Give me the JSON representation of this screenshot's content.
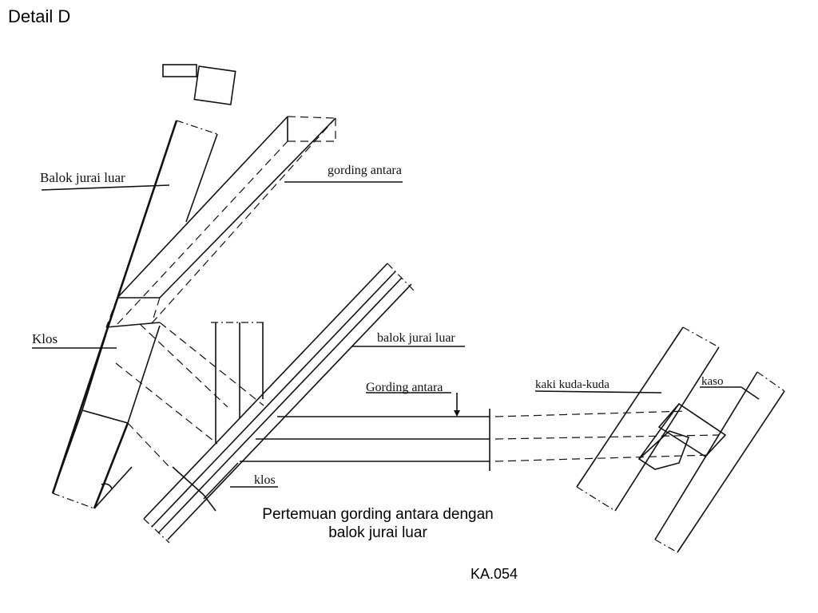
{
  "page": {
    "title": "Detail D",
    "caption_line1": "Pertemuan gording antara dengan",
    "caption_line2": "balok jurai luar",
    "code": "KA.054"
  },
  "labels": {
    "balok_jurai_luar_top": "Balok jurai luar",
    "gording_antara_top": "gording antara",
    "klos_left": "Klos",
    "balok_jurai_luar_mid": "balok jurai luar",
    "gording_antara_mid": "Gording antara",
    "kaki_kuda_kuda": "kaki kuda-kuda",
    "kaso": "kaso",
    "klos_bottom": "klos"
  }
}
